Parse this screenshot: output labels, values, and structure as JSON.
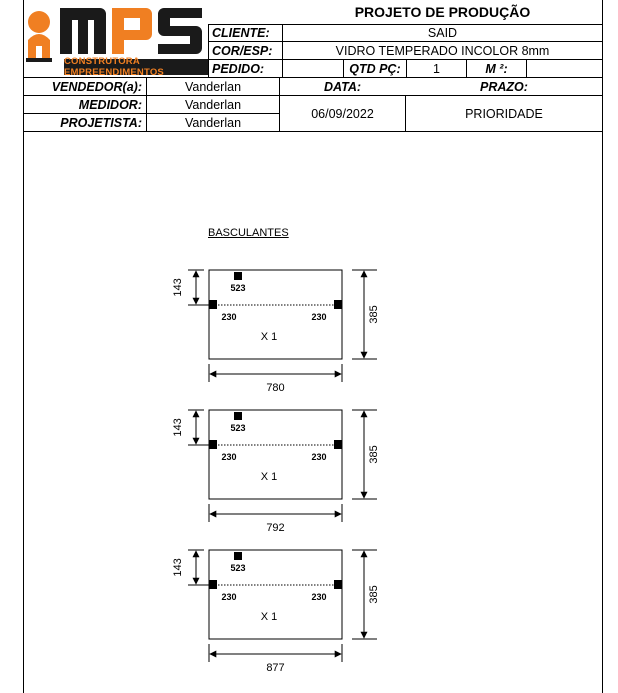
{
  "header": {
    "title": "PROJETO DE PRODUÇÃO",
    "cliente_label": "CLIENTE:",
    "cliente_value": "SAID",
    "cor_label": "COR/ESP:",
    "cor_value": "VIDRO TEMPERADO INCOLOR 8mm",
    "pedido_label": "PEDIDO:",
    "pedido_value": "",
    "qtd_label": "QTD PÇ:",
    "qtd_value": "1",
    "m2_label": "M ²:",
    "m2_value": ""
  },
  "logo": {
    "letters": "MPS",
    "tagline": "CONSTRUTORA EMPREENDIMENTOS",
    "orange": "#f07f22",
    "dark": "#1a1a1a"
  },
  "info": {
    "vendedor_label": "VENDEDOR(a):",
    "vendedor_value": "Vanderlan",
    "medidor_label": "MEDIDOR:",
    "medidor_value": "Vanderlan",
    "projetista_label": "PROJETISTA:",
    "projetista_value": "Vanderlan",
    "data_label": "DATA:",
    "data_value": "06/09/2022",
    "prazo_label": "PRAZO:",
    "prazo_value": "PRIORIDADE"
  },
  "section_title": "BASCULANTES",
  "panels": [
    {
      "width": "780",
      "height": "385",
      "top_offset": "143",
      "hinge_top": "523",
      "hinge_left": "230",
      "hinge_right": "230",
      "quantity": "X 1"
    },
    {
      "width": "792",
      "height": "385",
      "top_offset": "143",
      "hinge_top": "523",
      "hinge_left": "230",
      "hinge_right": "230",
      "quantity": "X 1"
    },
    {
      "width": "877",
      "height": "385",
      "top_offset": "143",
      "hinge_top": "523",
      "hinge_left": "230",
      "hinge_right": "230",
      "quantity": "X 1"
    }
  ]
}
